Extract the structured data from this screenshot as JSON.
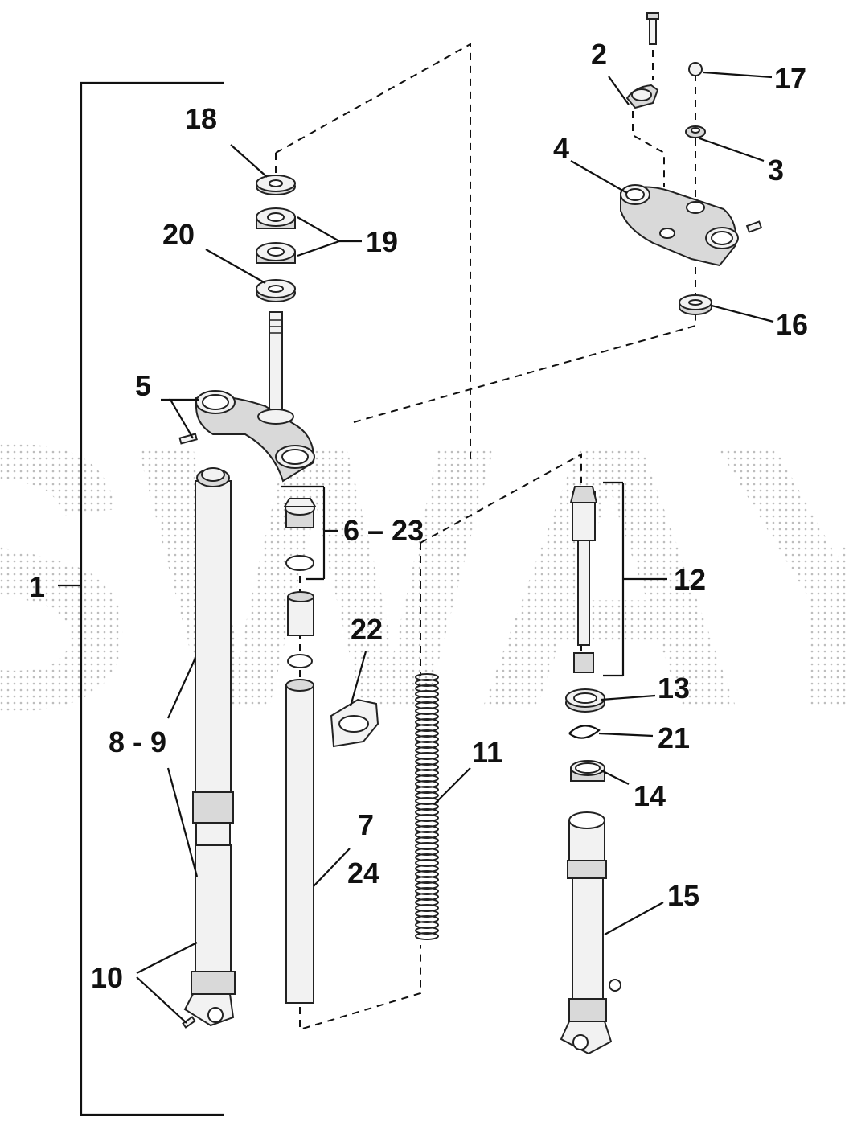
{
  "diagram": {
    "watermark": "SWAY",
    "callouts": {
      "c1": "1",
      "c2": "2",
      "c3": "3",
      "c4": "4",
      "c5": "5",
      "c6_23": "6 – 23",
      "c7": "7",
      "c24": "24",
      "c8_9": "8 - 9",
      "c10": "10",
      "c11": "11",
      "c12": "12",
      "c13": "13",
      "c14": "14",
      "c15": "15",
      "c16": "16",
      "c17": "17",
      "c18": "18",
      "c19": "19",
      "c20": "20",
      "c21": "21",
      "c22": "22"
    }
  }
}
